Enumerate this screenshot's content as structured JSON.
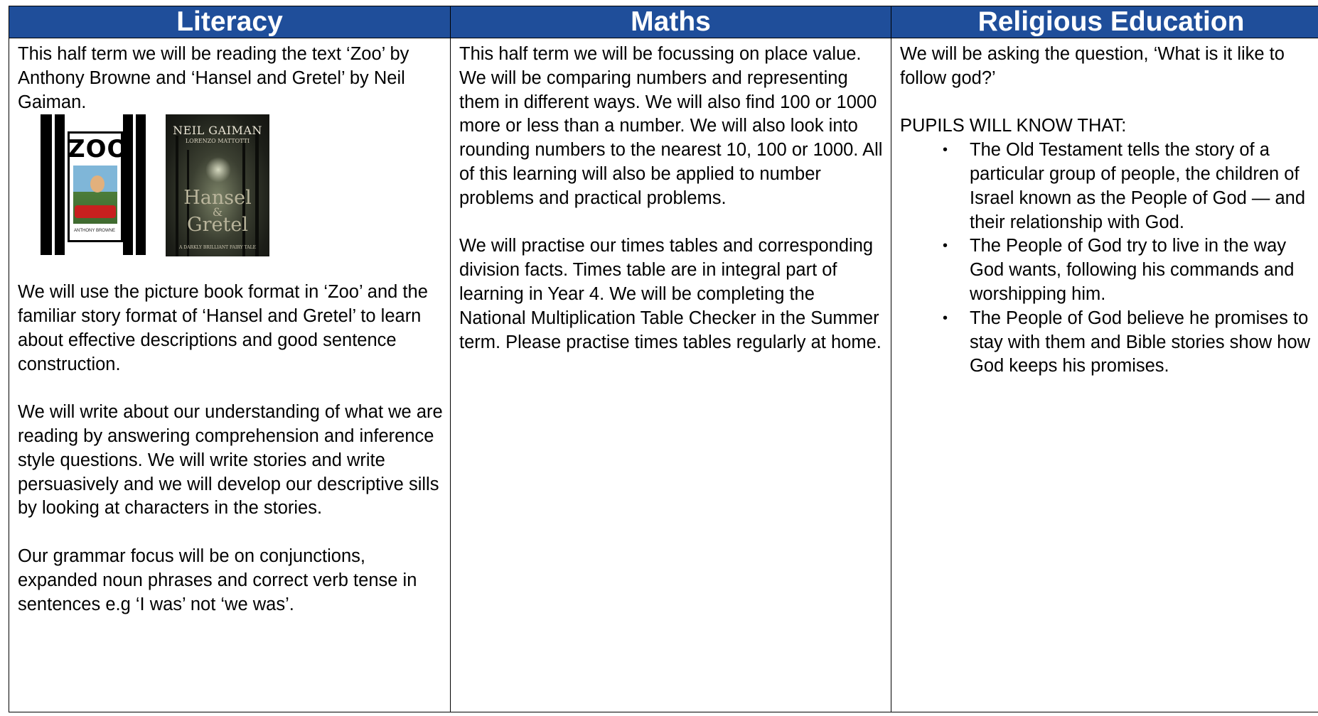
{
  "headers": {
    "literacy": "Literacy",
    "maths": "Maths",
    "re": "Religious Education"
  },
  "literacy": {
    "intro": "This half term we will be reading the text ‘Zoo’ by Anthony Browne and ‘Hansel and Gretel’ by Neil Gaiman.",
    "covers": {
      "zoo": {
        "title": "ZOO",
        "author": "ANTHONY BROWNE"
      },
      "hansel": {
        "author": "NEIL GAIMAN",
        "illustrator": "LORENZO MATTOTTI",
        "title_line1": "Hansel",
        "ampersand": "&",
        "title_line2": "Gretel",
        "strapline": "A DARKLY BRILLIANT FAIRY TALE"
      }
    },
    "para1": "We will use the picture book format in ‘Zoo’ and the familiar story format of ‘Hansel and Gretel’ to learn about effective descriptions and good sentence construction.",
    "para2": "We will write about our understanding of what we are reading by answering comprehension and inference style questions. We will write stories and write persuasively and we will develop our descriptive sills by looking at characters in the stories.",
    "para3": "Our grammar focus will be on conjunctions, expanded noun phrases and correct verb tense in sentences e.g ‘I was’ not ‘we was’."
  },
  "maths": {
    "para1": "This half term we will be focussing on place value. We will be comparing numbers and representing them in different ways. We will also find 100 or 1000 more or less than a number. We will also look into rounding numbers to the nearest 10, 100 or 1000. All of this learning will also be applied to number problems and practical problems.",
    "para2": "We will practise our times tables and corresponding division facts. Times table are in integral part of learning in Year 4. We will be completing the National Multiplication Table Checker in the Summer term. Please practise times tables regularly at home."
  },
  "re": {
    "question": "We will be asking the question, ‘What is it like to follow god?’",
    "know_heading": "PUPILS WILL KNOW THAT:",
    "bullet_char": "•",
    "points": [
      "The Old Testament tells the story of a particular group of people, the children of Israel known as the People of God — and their relationship with God.",
      "The People of God try to live in the way God wants, following his commands and worshipping him.",
      "The People of God believe he promises to stay with them and Bible stories show how God keeps his promises."
    ]
  },
  "colors": {
    "header_background": "#1f4e9a",
    "header_text": "#ffffff",
    "border": "#000000"
  }
}
